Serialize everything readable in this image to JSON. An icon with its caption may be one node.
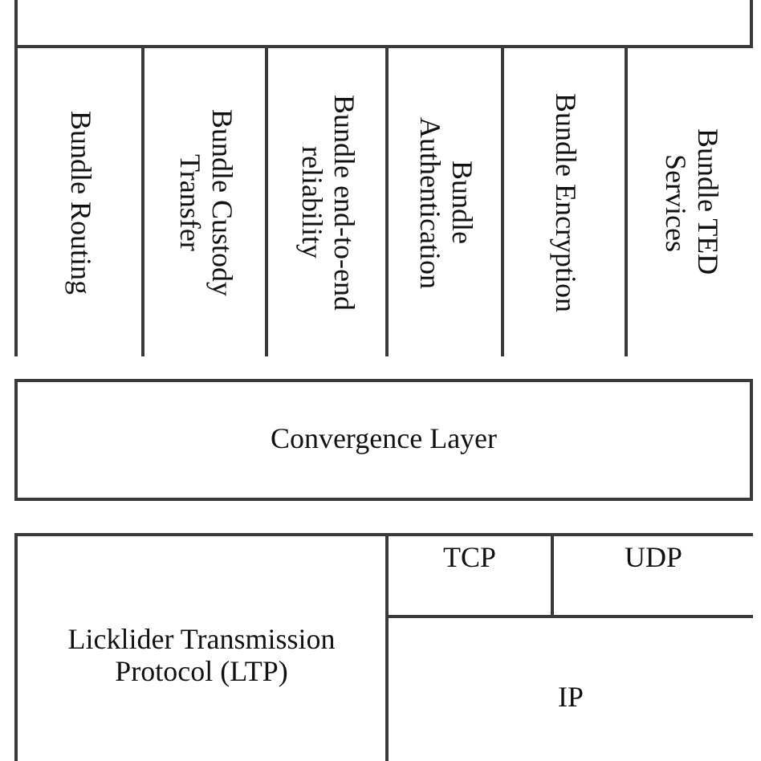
{
  "diagram": {
    "nodes": [
      {
        "text": [],
        "shape": "box"
      },
      {
        "text": [
          "Bundle Routing"
        ],
        "in": 0
      },
      {
        "text": [
          "Bundle Custody Transfer"
        ],
        "in": 0
      },
      {
        "text": [
          "Bundle end-to-end reliability"
        ],
        "in": 0
      },
      {
        "text": [
          "Bundle Authentication"
        ],
        "in": 0
      },
      {
        "text": [
          "Bundle Encryption"
        ],
        "in": 0
      },
      {
        "text": [
          "Bundle TED Services"
        ],
        "in": 0
      },
      {
        "text": [
          "Convergence Layer"
        ]
      },
      {
        "text": [],
        "shape": "box"
      },
      {
        "text": [
          "Licklider Transmission Protocol (LTP)"
        ],
        "in": 8
      },
      {
        "text": [
          "TCP"
        ],
        "in": 8
      },
      {
        "text": [
          "UDP"
        ],
        "in": 8
      },
      {
        "text": [
          "IP"
        ],
        "in": 8
      }
    ]
  }
}
